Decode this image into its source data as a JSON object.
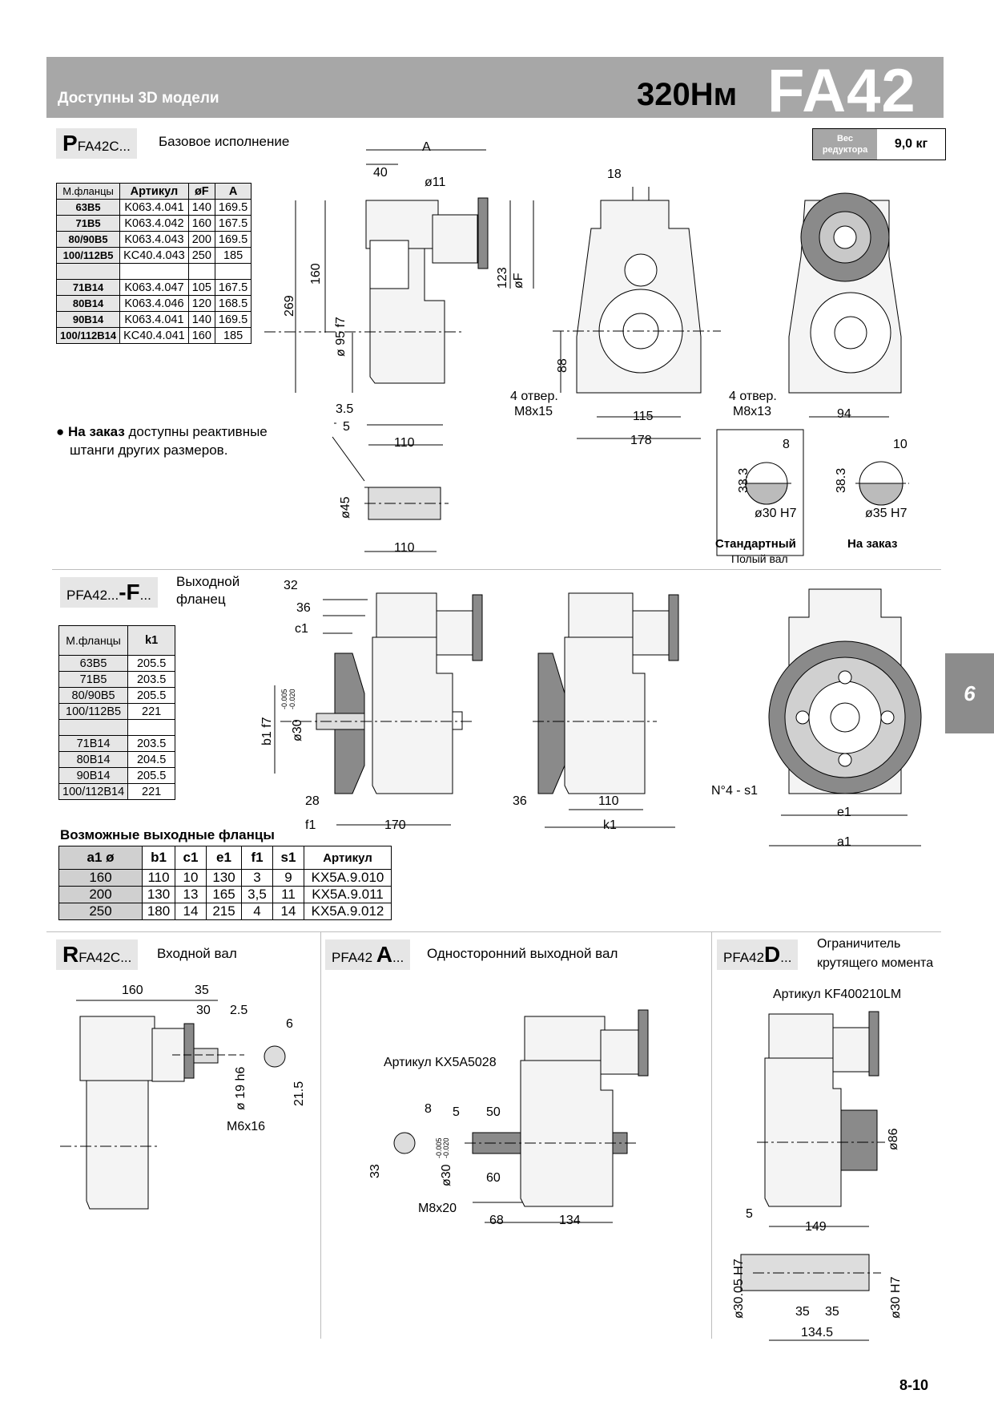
{
  "header": {
    "left": "Доступны 3D модели",
    "torque": "320Нм",
    "model": "FA42"
  },
  "weight": {
    "label_line1": "Вес",
    "label_line2": "редуктора",
    "value": "9,0 кг"
  },
  "side_tab": "6",
  "page_number": "8-10",
  "section1": {
    "code_big": "P",
    "code_rest": "FA42C...",
    "title": "Базовое исполнение",
    "table": {
      "headers": [
        "М.фланцы",
        "Артикул",
        "øF",
        "A"
      ],
      "rows": [
        [
          "63B5",
          "K063.4.041",
          "140",
          "169.5"
        ],
        [
          "71B5",
          "K063.4.042",
          "160",
          "167.5"
        ],
        [
          "80/90B5",
          "K063.4.043",
          "200",
          "169.5"
        ],
        [
          "100/112B5",
          "KC40.4.043",
          "250",
          "185"
        ],
        [
          "",
          "",
          "",
          ""
        ],
        [
          "71B14",
          "K063.4.047",
          "105",
          "167.5"
        ],
        [
          "80B14",
          "K063.4.046",
          "120",
          "168.5"
        ],
        [
          "90B14",
          "K063.4.041",
          "140",
          "169.5"
        ],
        [
          "100/112B14",
          "KC40.4.041",
          "160",
          "185"
        ]
      ]
    },
    "note_bold": "На заказ",
    "note_rest": " доступны реактивные",
    "note_line2": "штанги других размеров.",
    "dims": {
      "a": "A",
      "d40": "40",
      "d11": "ø11",
      "d269": "269",
      "d160": "160",
      "d95": "ø 95 f7",
      "d123": "123",
      "dF": "øF",
      "d35": "3.5",
      "d5": "5",
      "d110": "110",
      "d45": "ø45",
      "d110b": "110",
      "d18": "18",
      "d88": "88",
      "holes1a": "4 отвер.",
      "holes1b": "M8x15",
      "d115": "115",
      "d178": "178",
      "holes2a": "4 отвер.",
      "holes2b": "M8x13",
      "d94": "94",
      "k8": "8",
      "k333": "33.3",
      "k30": "ø30 H7",
      "k10": "10",
      "k383": "38.3",
      "k35": "ø35 H7"
    },
    "shaft_std_title": "Стандартный",
    "shaft_std_sub": "Полый вал",
    "shaft_opt_title": "На заказ"
  },
  "section2": {
    "code_pre": "PFA42...",
    "code_big": "-F",
    "code_post": "...",
    "title_line1": "Выходной",
    "title_line2": "фланец",
    "k1_table": {
      "headers": [
        "М.фланцы",
        "k1"
      ],
      "rows": [
        [
          "63B5",
          "205.5"
        ],
        [
          "71B5",
          "203.5"
        ],
        [
          "80/90B5",
          "205.5"
        ],
        [
          "100/112B5",
          "221"
        ],
        [
          "",
          ""
        ],
        [
          "71B14",
          "203.5"
        ],
        [
          "80B14",
          "204.5"
        ],
        [
          "90B14",
          "205.5"
        ],
        [
          "100/112B14",
          "221"
        ]
      ]
    },
    "flange_title": "Возможные выходные фланцы",
    "flange_table": {
      "headers": [
        "a1 ø",
        "b1",
        "c1",
        "e1",
        "f1",
        "s1",
        "Артикул"
      ],
      "rows": [
        [
          "160",
          "110",
          "10",
          "130",
          "3",
          "9",
          "KX5A.9.010"
        ],
        [
          "200",
          "130",
          "13",
          "165",
          "3,5",
          "11",
          "KX5A.9.011"
        ],
        [
          "250",
          "180",
          "14",
          "215",
          "4",
          "14",
          "KX5A.9.012"
        ]
      ]
    },
    "dims": {
      "d32": "32",
      "d36": "36",
      "c1": "c1",
      "b1": "b1 f7",
      "d30": "ø30",
      "tol1": "-0.005",
      "tol2": "-0.020",
      "d28": "28",
      "f1": "f1",
      "d170": "170",
      "d36b": "36",
      "d110": "110",
      "k1": "k1",
      "s1": "N°4 - s1",
      "e1": "e1",
      "a1": "a1"
    }
  },
  "section3": {
    "code_big": "R",
    "code_rest": "FA42C...",
    "title": "Входной вал",
    "dims": {
      "d160": "160",
      "d35": "35",
      "d30": "30",
      "d25": "2.5",
      "d6": "6",
      "d19": "ø 19 h6",
      "d215": "21.5",
      "m6": "M6x16"
    }
  },
  "section4": {
    "code_pre": "PFA42 ",
    "code_big": "A",
    "code_post": "...",
    "title": "Односторонний выходной вал",
    "article": "Артикул KX5A5028",
    "dims": {
      "d8": "8",
      "d5": "5",
      "d50": "50",
      "d33": "33",
      "d30": "ø30",
      "tol1": "-0.005",
      "tol2": "-0.020",
      "d60": "60",
      "m8": "M8x20",
      "d68": "68",
      "d134": "134"
    }
  },
  "section5": {
    "code_pre": "PFA42",
    "code_big": "D",
    "code_post": "...",
    "title_line1": "Ограничитель",
    "title_line2": "крутящего момента",
    "article": "Артикул KF400210LM",
    "dims": {
      "d86": "ø86",
      "d5": "5",
      "d149": "149",
      "d3005": "ø30.05 H7",
      "d30": "ø30 H7",
      "d35a": "35",
      "d35b": "35",
      "d1345": "134.5"
    }
  }
}
